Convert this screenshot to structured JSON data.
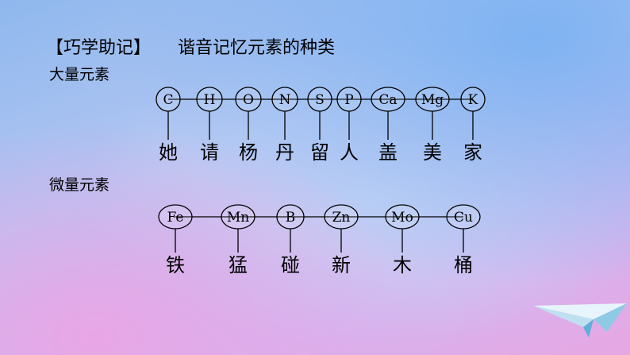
{
  "title": {
    "bracket": "【巧学助记】",
    "text": "谐音记忆元素的种类"
  },
  "macro": {
    "label": "大量元素",
    "elements": [
      "C",
      "H",
      "O",
      "N",
      "S",
      "P",
      "Ca",
      "Mg",
      "K"
    ],
    "mnemonic": [
      "她",
      "请",
      "杨",
      "丹",
      "留",
      "人",
      "盖",
      "美",
      "家"
    ]
  },
  "micro": {
    "label": "微量元素",
    "elements": [
      "Fe",
      "Mn",
      "B",
      "Zn",
      "Mo",
      "Cu"
    ],
    "mnemonic": [
      "铁",
      "猛",
      "碰",
      "新",
      "木",
      "桶"
    ]
  }
}
